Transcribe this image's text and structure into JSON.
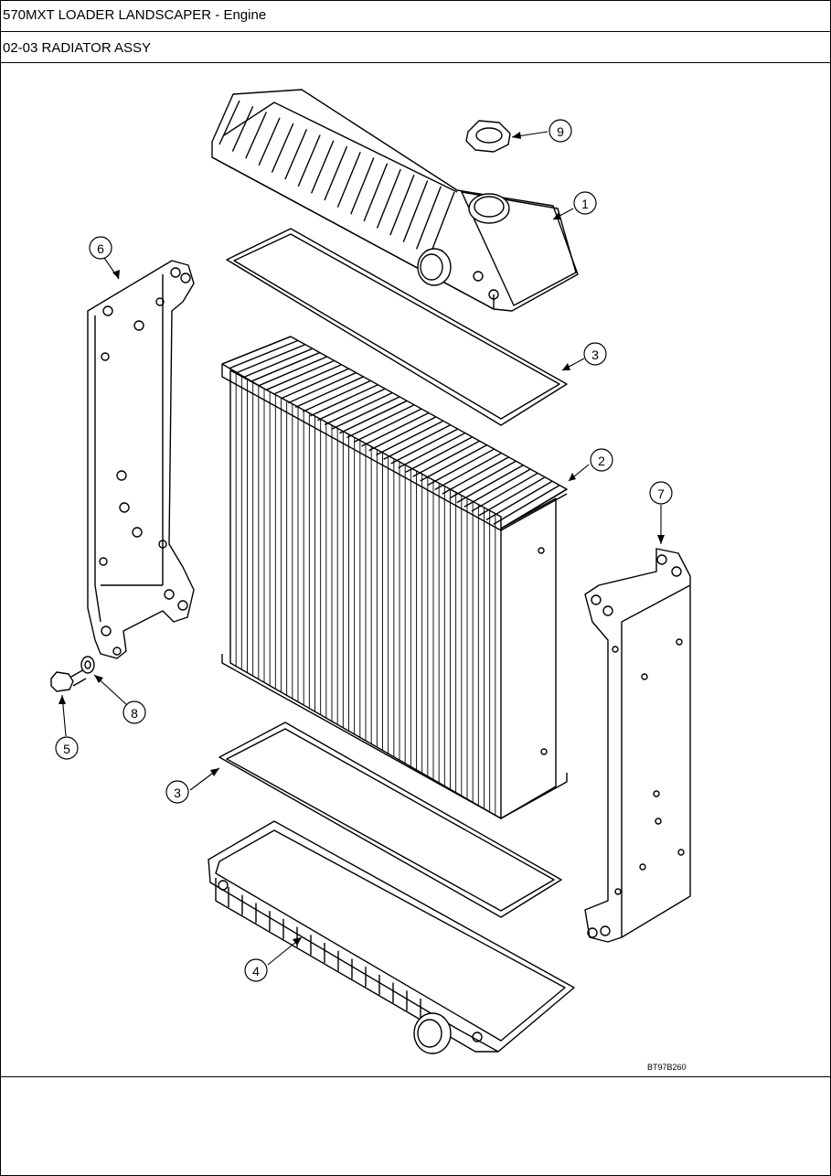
{
  "header": {
    "title": "570MXT LOADER LANDSCAPER - Engine",
    "section": "02-03 RADIATOR ASSY"
  },
  "diagram": {
    "figure_code": "BT97B260",
    "callouts": [
      {
        "id": "c1",
        "label": "1"
      },
      {
        "id": "c2",
        "label": "2"
      },
      {
        "id": "c3a",
        "label": "3"
      },
      {
        "id": "c3b",
        "label": "3"
      },
      {
        "id": "c4",
        "label": "4"
      },
      {
        "id": "c5",
        "label": "5"
      },
      {
        "id": "c6",
        "label": "6"
      },
      {
        "id": "c7",
        "label": "7"
      },
      {
        "id": "c8",
        "label": "8"
      },
      {
        "id": "c9",
        "label": "9"
      }
    ]
  }
}
